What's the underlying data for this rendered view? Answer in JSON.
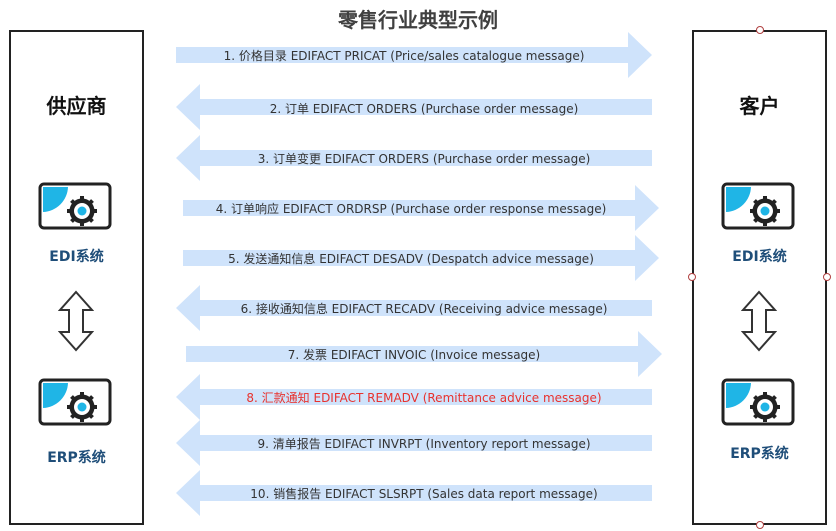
{
  "title": "零售行业典型示例",
  "supplier": {
    "name": "供应商",
    "systems": [
      "EDI系统",
      "ERP系统"
    ]
  },
  "customer": {
    "name": "客户",
    "systems": [
      "EDI系统",
      "ERP系统"
    ]
  },
  "colors": {
    "arrow_fill": "#cfe3fb",
    "icon_accent": "#1fb5e6",
    "label_blue": "#1f4e79",
    "highlight_red": "#e8322e"
  },
  "messages": [
    {
      "label": "1. 价格目录  EDIFACT PRICAT (Price/sales catalogue message)",
      "direction": "right",
      "highlight": false
    },
    {
      "label": "2. 订单 EDIFACT ORDERS (Purchase order message)",
      "direction": "left",
      "highlight": false
    },
    {
      "label": "3. 订单变更 EDIFACT ORDERS (Purchase order message)",
      "direction": "left",
      "highlight": false
    },
    {
      "label": "4. 订单响应 EDIFACT ORDRSP (Purchase order response message)",
      "direction": "right",
      "highlight": false
    },
    {
      "label": "5. 发送通知信息 EDIFACT DESADV (Despatch advice message)",
      "direction": "right",
      "highlight": false
    },
    {
      "label": "6. 接收通知信息 EDIFACT RECADV (Receiving advice message)",
      "direction": "left",
      "highlight": false
    },
    {
      "label": "7. 发票 EDIFACT INVOIC (Invoice message)",
      "direction": "right",
      "highlight": false
    },
    {
      "label": "8. 汇款通知 EDIFACT REMADV (Remittance advice message)",
      "direction": "left",
      "highlight": true
    },
    {
      "label": "9. 清单报告 EDIFACT INVRPT (Inventory report message)",
      "direction": "left",
      "highlight": false
    },
    {
      "label": "10. 销售报告 EDIFACT SLSRPT (Sales data report message)",
      "direction": "left",
      "highlight": false
    }
  ]
}
